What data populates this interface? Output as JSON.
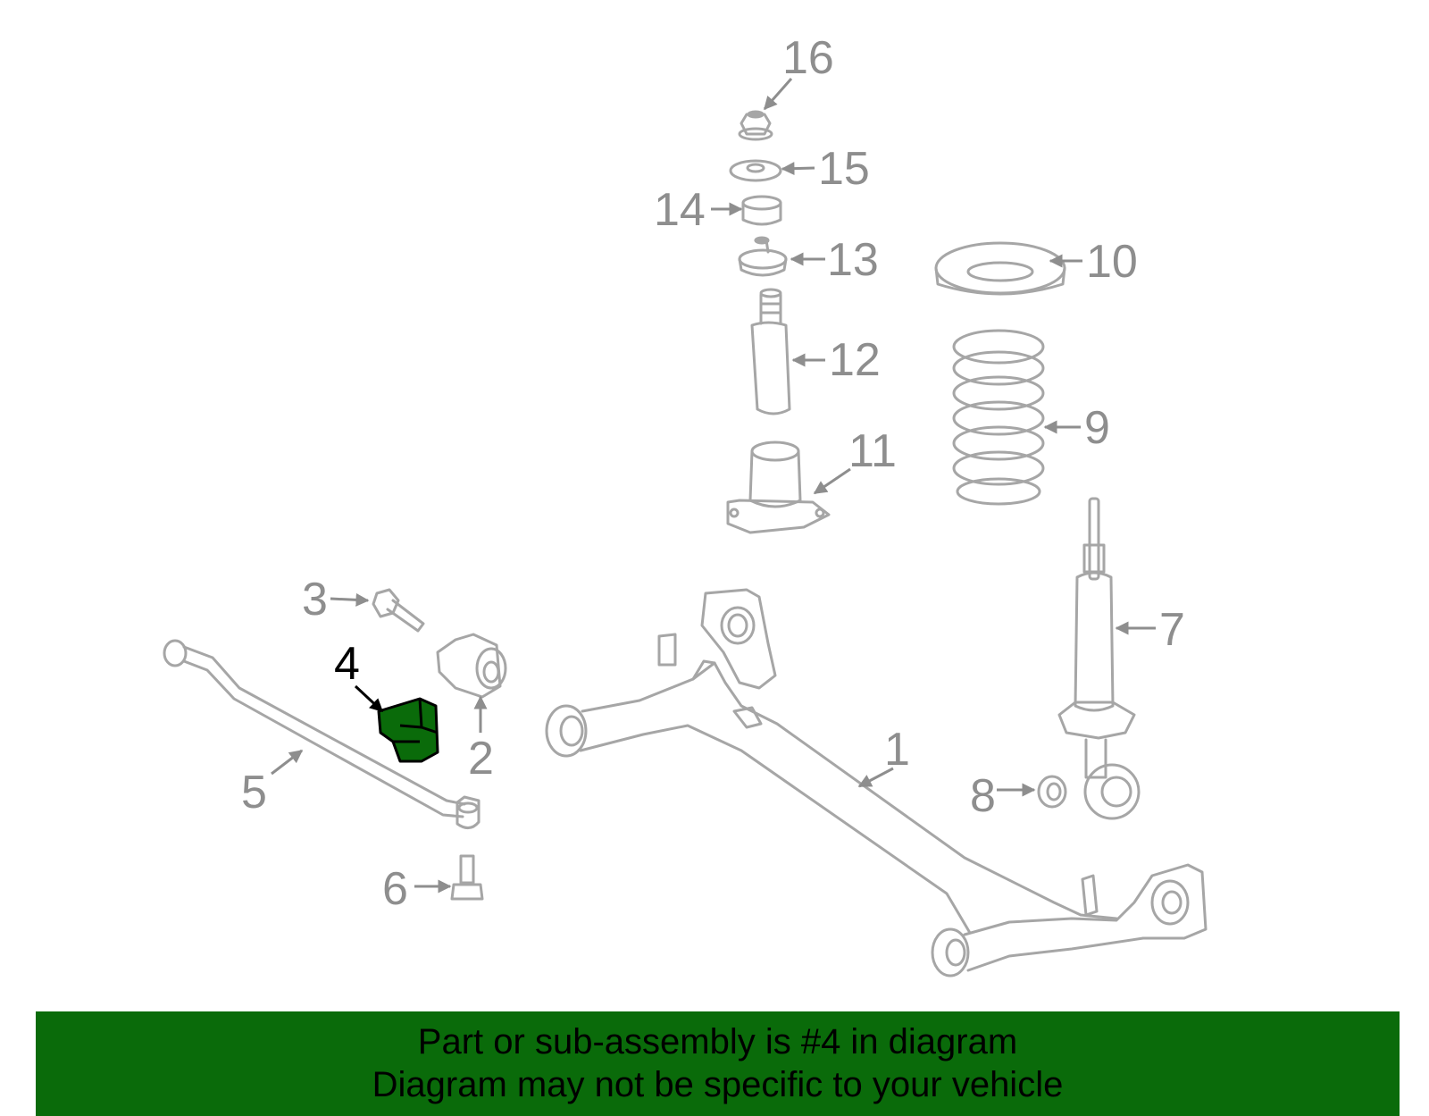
{
  "highlight_color": "#0a6b0a",
  "labels": {
    "p1": "1",
    "p2": "2",
    "p3": "3",
    "p4": "4",
    "p5": "5",
    "p6": "6",
    "p7": "7",
    "p8": "8",
    "p9": "9",
    "p10": "10",
    "p11": "11",
    "p12": "12",
    "p13": "13",
    "p14": "14",
    "p15": "15",
    "p16": "16"
  },
  "banner": {
    "line1": "Part or sub-assembly is #4 in diagram",
    "line2": "Diagram may not be specific to your vehicle"
  }
}
